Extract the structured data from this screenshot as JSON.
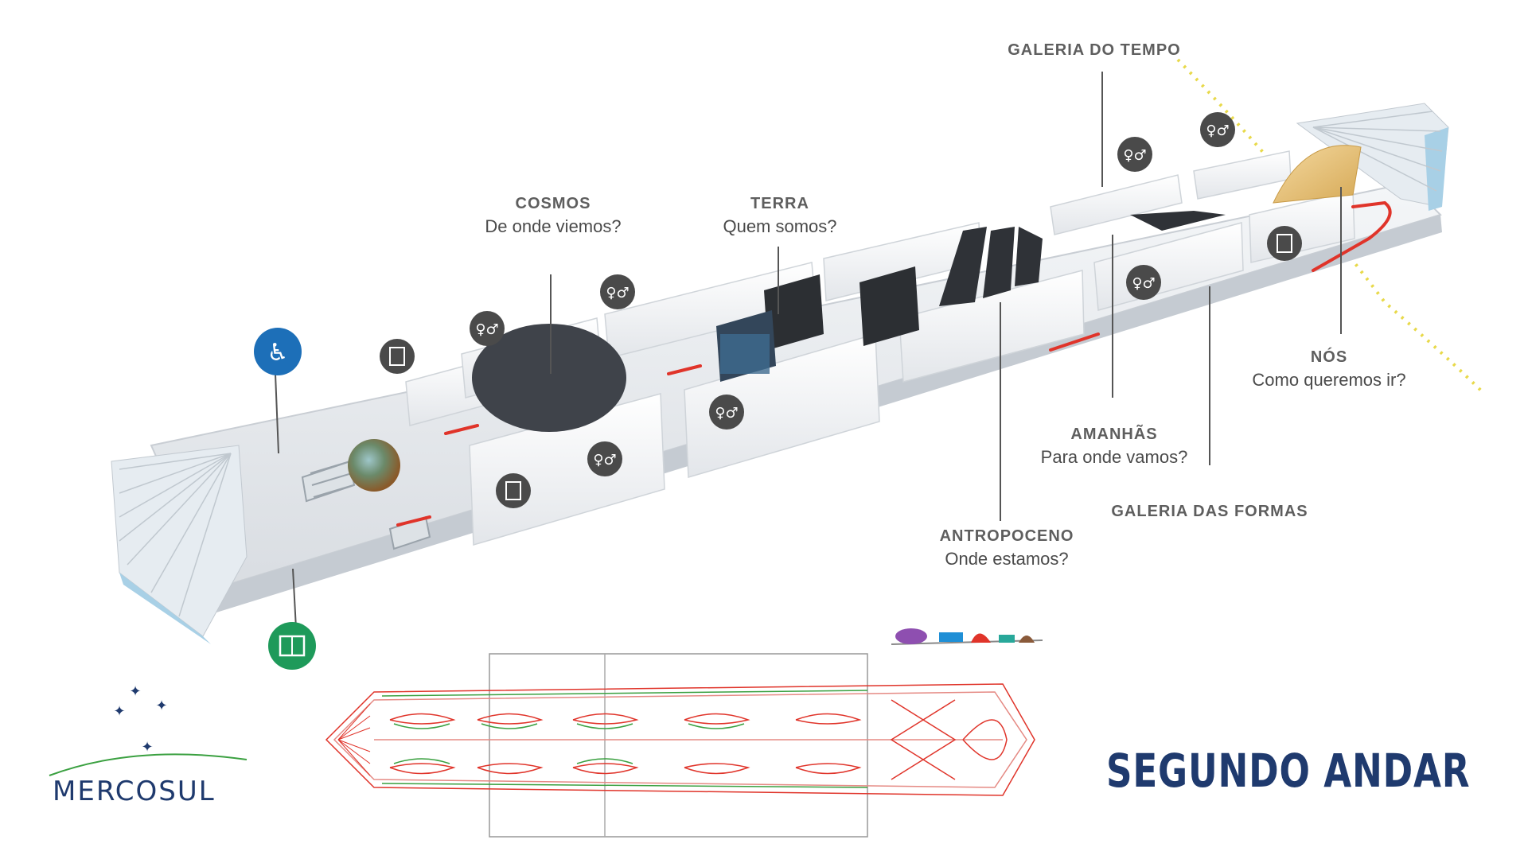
{
  "labels": {
    "galeria_tempo": "GALERIA DO TEMPO",
    "cosmos": {
      "title": "COSMOS",
      "subtitle": "De onde viemos?"
    },
    "terra": {
      "title": "TERRA",
      "subtitle": "Quem somos?"
    },
    "nos": {
      "title": "NÓS",
      "subtitle": "Como queremos ir?"
    },
    "amanhas": {
      "title": "AMANHÃS",
      "subtitle": "Para onde vamos?"
    },
    "galeria_formas": "GALERIA DAS FORMAS",
    "antropoceno": {
      "title": "ANTROPOCENO",
      "subtitle": "Onde estamos?"
    }
  },
  "page_title": "SEGUNDO ANDAR",
  "logo": {
    "text": "MERCOSUL"
  },
  "icons": {
    "restroom": "restroom-icon",
    "elevator": "elevator-icon",
    "accessible": "accessible-seat-icon",
    "book": "book-icon"
  },
  "colors": {
    "title": "#1f3a6e",
    "accessible_icon": "#1d6fb8",
    "book_icon": "#1e9a5a",
    "icon_dark": "#4a4a4a",
    "path_red": "#e0342a",
    "sun_line": "#e8d94a"
  }
}
